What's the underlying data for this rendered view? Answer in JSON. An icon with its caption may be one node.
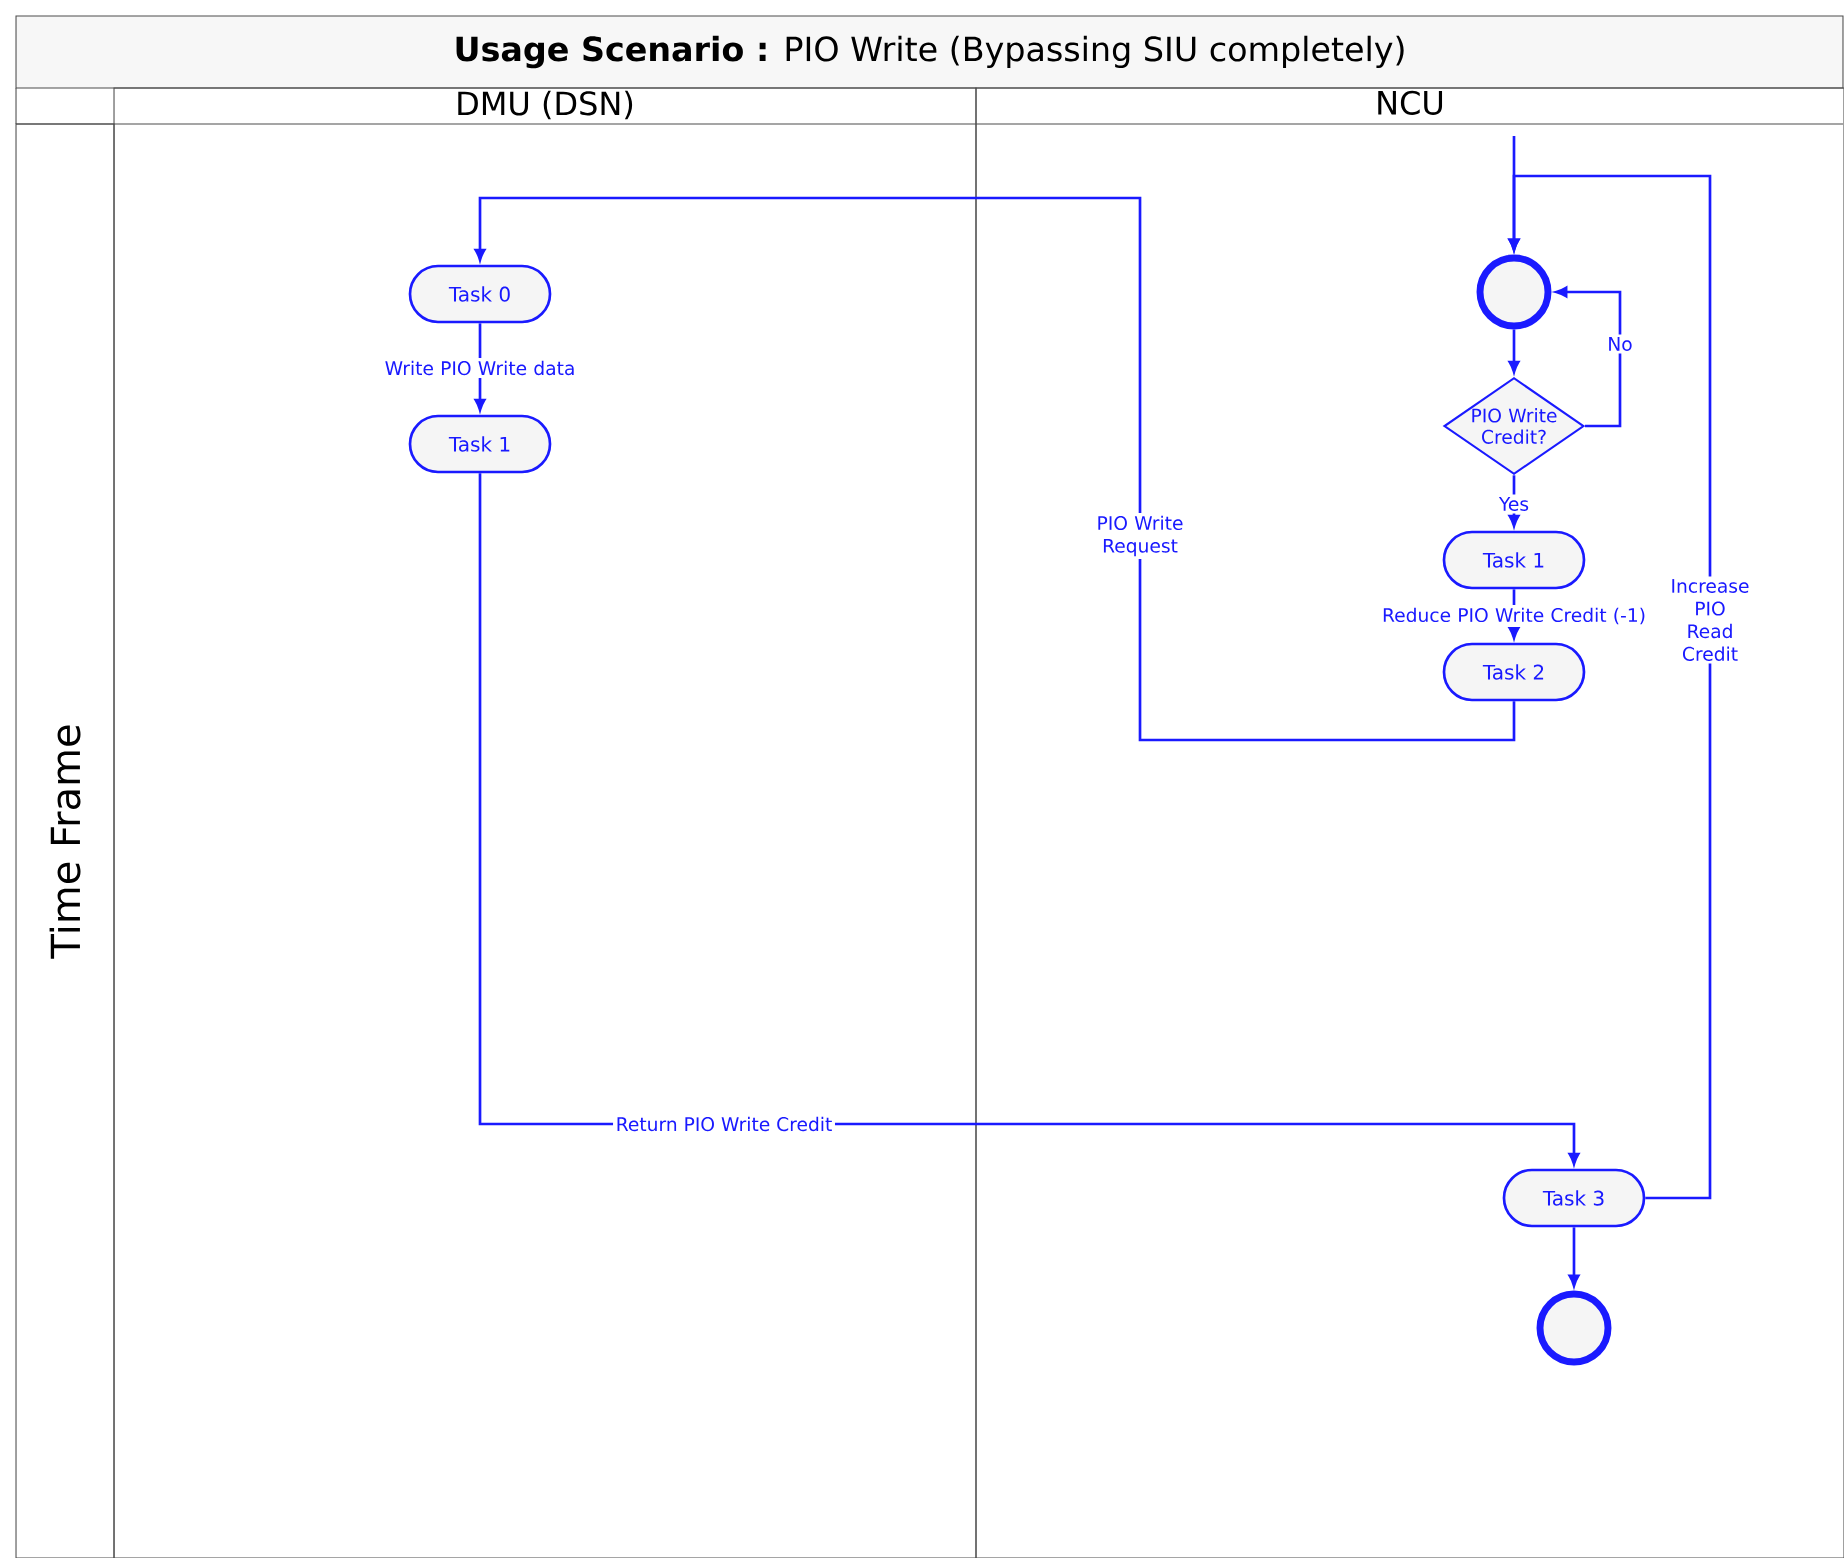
{
  "diagram": {
    "title": "**Usage Scenario :** PIO Write (Bypassing SIU completely)",
    "nodes": [
      {
        "text": [
          "DMU (DSN)"
        ]
      },
      {
        "text": [
          "NCU"
        ]
      },
      {
        "text": [
          "Time Frame"
        ]
      },
      {
        "text": [
          "Task 0"
        ],
        "in": 0
      },
      {
        "text": [
          "Task 1"
        ],
        "in": 0
      },
      {
        "text": [],
        "shape": "circle",
        "in": 1
      },
      {
        "text": [
          "PIO Write Credit?"
        ],
        "in": 1
      },
      {
        "text": [
          "Task 1"
        ],
        "in": 1
      },
      {
        "text": [
          "Task 2"
        ],
        "in": 1
      },
      {
        "text": [
          "Task 3"
        ],
        "in": 1
      },
      {
        "text": [],
        "shape": "circle",
        "in": 1
      }
    ],
    "edges": [
      {
        "from": null,
        "to": 5,
        "arrow": "to"
      },
      {
        "from": 8,
        "to": 3,
        "arrow": "to",
        "label": "PIO Write Request"
      },
      {
        "from": 3,
        "to": 4,
        "arrow": "to",
        "label": "Write PIO Write data"
      },
      {
        "from": 5,
        "to": 6,
        "arrow": "to"
      },
      {
        "from": 6,
        "to": 5,
        "arrow": "to",
        "label": "No"
      },
      {
        "from": 6,
        "to": 7,
        "arrow": "to",
        "label": "Yes"
      },
      {
        "from": 7,
        "to": 8,
        "arrow": "to",
        "label": "Reduce PIO Write Credit (-1)"
      },
      {
        "from": 4,
        "to": 9,
        "arrow": "to",
        "label": "Return PIO Write Credit"
      },
      {
        "from": 9,
        "to": 10,
        "arrow": "to"
      },
      {
        "from": 9,
        "to": 5,
        "arrow": "to",
        "label": "Increase PIO Read Credit"
      }
    ]
  }
}
